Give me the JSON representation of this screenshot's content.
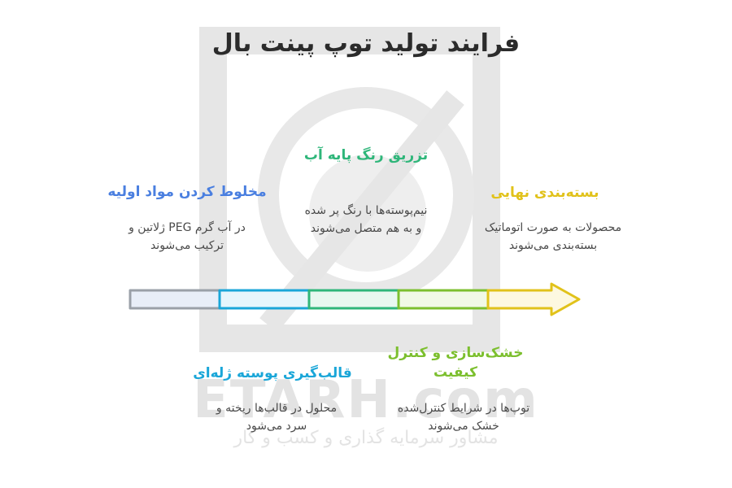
{
  "title": "فرایند تولید توپ پینت بال",
  "watermark": {
    "brand": "ETARH.com",
    "tagline": "مشاور سرمایه گذاری و کسب و کار"
  },
  "steps": [
    {
      "heading": "مخلوط کردن مواد اولیه",
      "desc_line1": "در آب گرم PEG ژلاتین و",
      "desc_line2": "ترکیب می‌شوند",
      "color": "#4a7fe0"
    },
    {
      "heading": "قالب‌گیری پوسته ژله‌ای",
      "desc_line1": "محلول در قالب‌ها ریخته و",
      "desc_line2": "سرد می‌شود",
      "color": "#1aa6d8"
    },
    {
      "heading": "تزریق رنگ پایه آب",
      "desc_line1": "نیم‌پوسته‌ها با رنگ پر شده",
      "desc_line2": "و به هم متصل می‌شوند",
      "color": "#2fb67a"
    },
    {
      "heading": "خشک‌سازی و کنترل",
      "heading_line2": "کیفیت",
      "desc_line1": "توپ‌ها در شرایط کنترل‌شده",
      "desc_line2": "خشک می‌شوند",
      "color": "#7cbf2e"
    },
    {
      "heading": "بسته‌بندی نهایی",
      "desc_line1": "محصولات به صورت اتوماتیک",
      "desc_line2": "بسته‌بندی می‌شوند",
      "color": "#e1c21a"
    }
  ],
  "arrow_segments": [
    {
      "stroke": "#9aa0a8",
      "fill": "#e8eef8"
    },
    {
      "stroke": "#1aa6d8",
      "fill": "#e6f6fc"
    },
    {
      "stroke": "#2fb67a",
      "fill": "#e8f8f0"
    },
    {
      "stroke": "#7cbf2e",
      "fill": "#f1f9e6"
    },
    {
      "stroke": "#e1c21a",
      "fill": "#fdf8e0"
    }
  ]
}
